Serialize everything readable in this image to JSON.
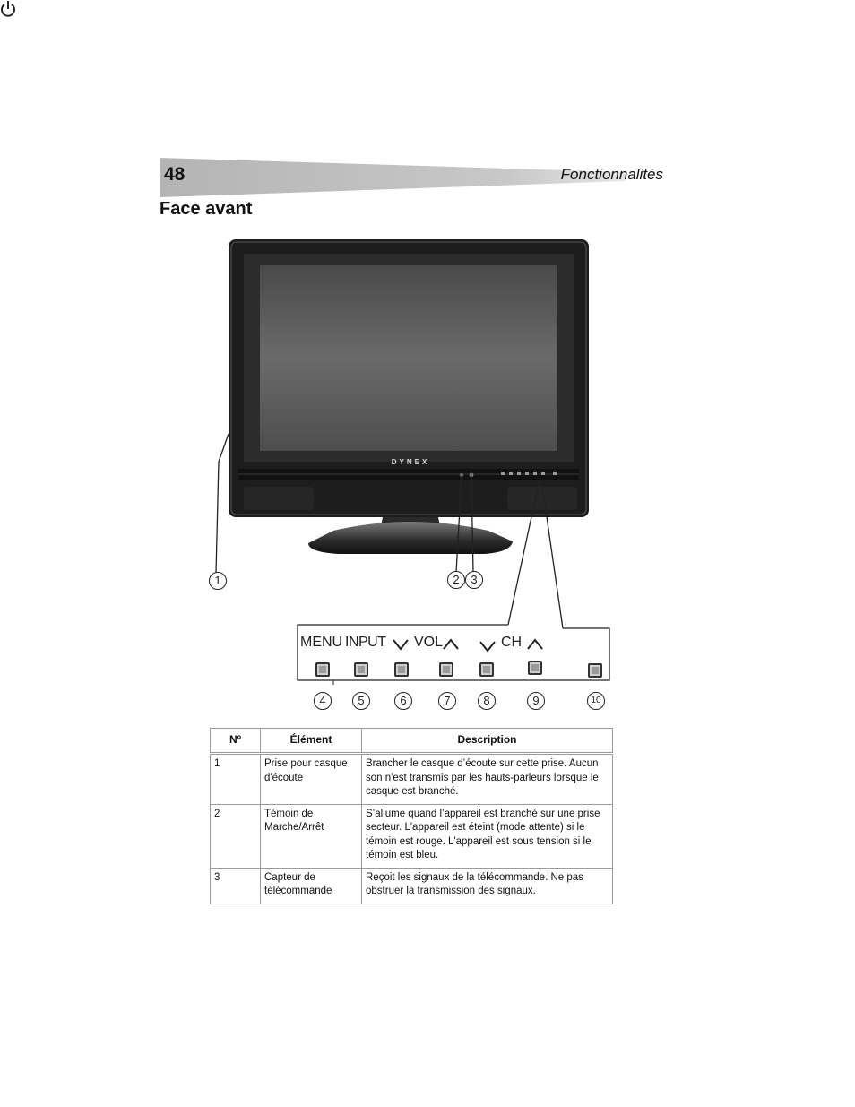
{
  "header": {
    "page_number": "48",
    "section": "Fonctionnalités"
  },
  "title": "Face avant",
  "figure": {
    "brand": "DYNEX",
    "callouts": [
      "1",
      "2",
      "3",
      "4",
      "5",
      "6",
      "7",
      "8",
      "9",
      "10"
    ],
    "control_panel": {
      "menu": "MENU",
      "input": "INPUT",
      "vol": "VOL",
      "ch": "CH",
      "icons": [
        "chevron-down-icon",
        "chevron-up-icon",
        "power-icon"
      ]
    }
  },
  "table": {
    "headers": [
      "Nº",
      "Élément",
      "Description"
    ],
    "rows": [
      {
        "no": "1",
        "element": "Prise pour casque d'écoute",
        "description": "Brancher le casque d’écoute sur cette prise. Aucun son n'est transmis par les hauts-parleurs lorsque le casque est branché."
      },
      {
        "no": "2",
        "element": "Témoin de Marche/Arrêt",
        "description": "S’allume quand l’appareil est branché sur une prise secteur. L'appareil est éteint (mode attente) si le témoin est rouge. L'appareil est sous tension si le témoin est bleu."
      },
      {
        "no": "3",
        "element": "Capteur de télécommande",
        "description": "Reçoit les signaux de la télécommande. Ne pas obstruer la transmission des signaux."
      }
    ]
  },
  "colors": {
    "header_band": "#b9b9b9",
    "tv_body": "#1e1e1e",
    "screen": "#5a5a5a",
    "table_border": "#9a9a9a"
  }
}
